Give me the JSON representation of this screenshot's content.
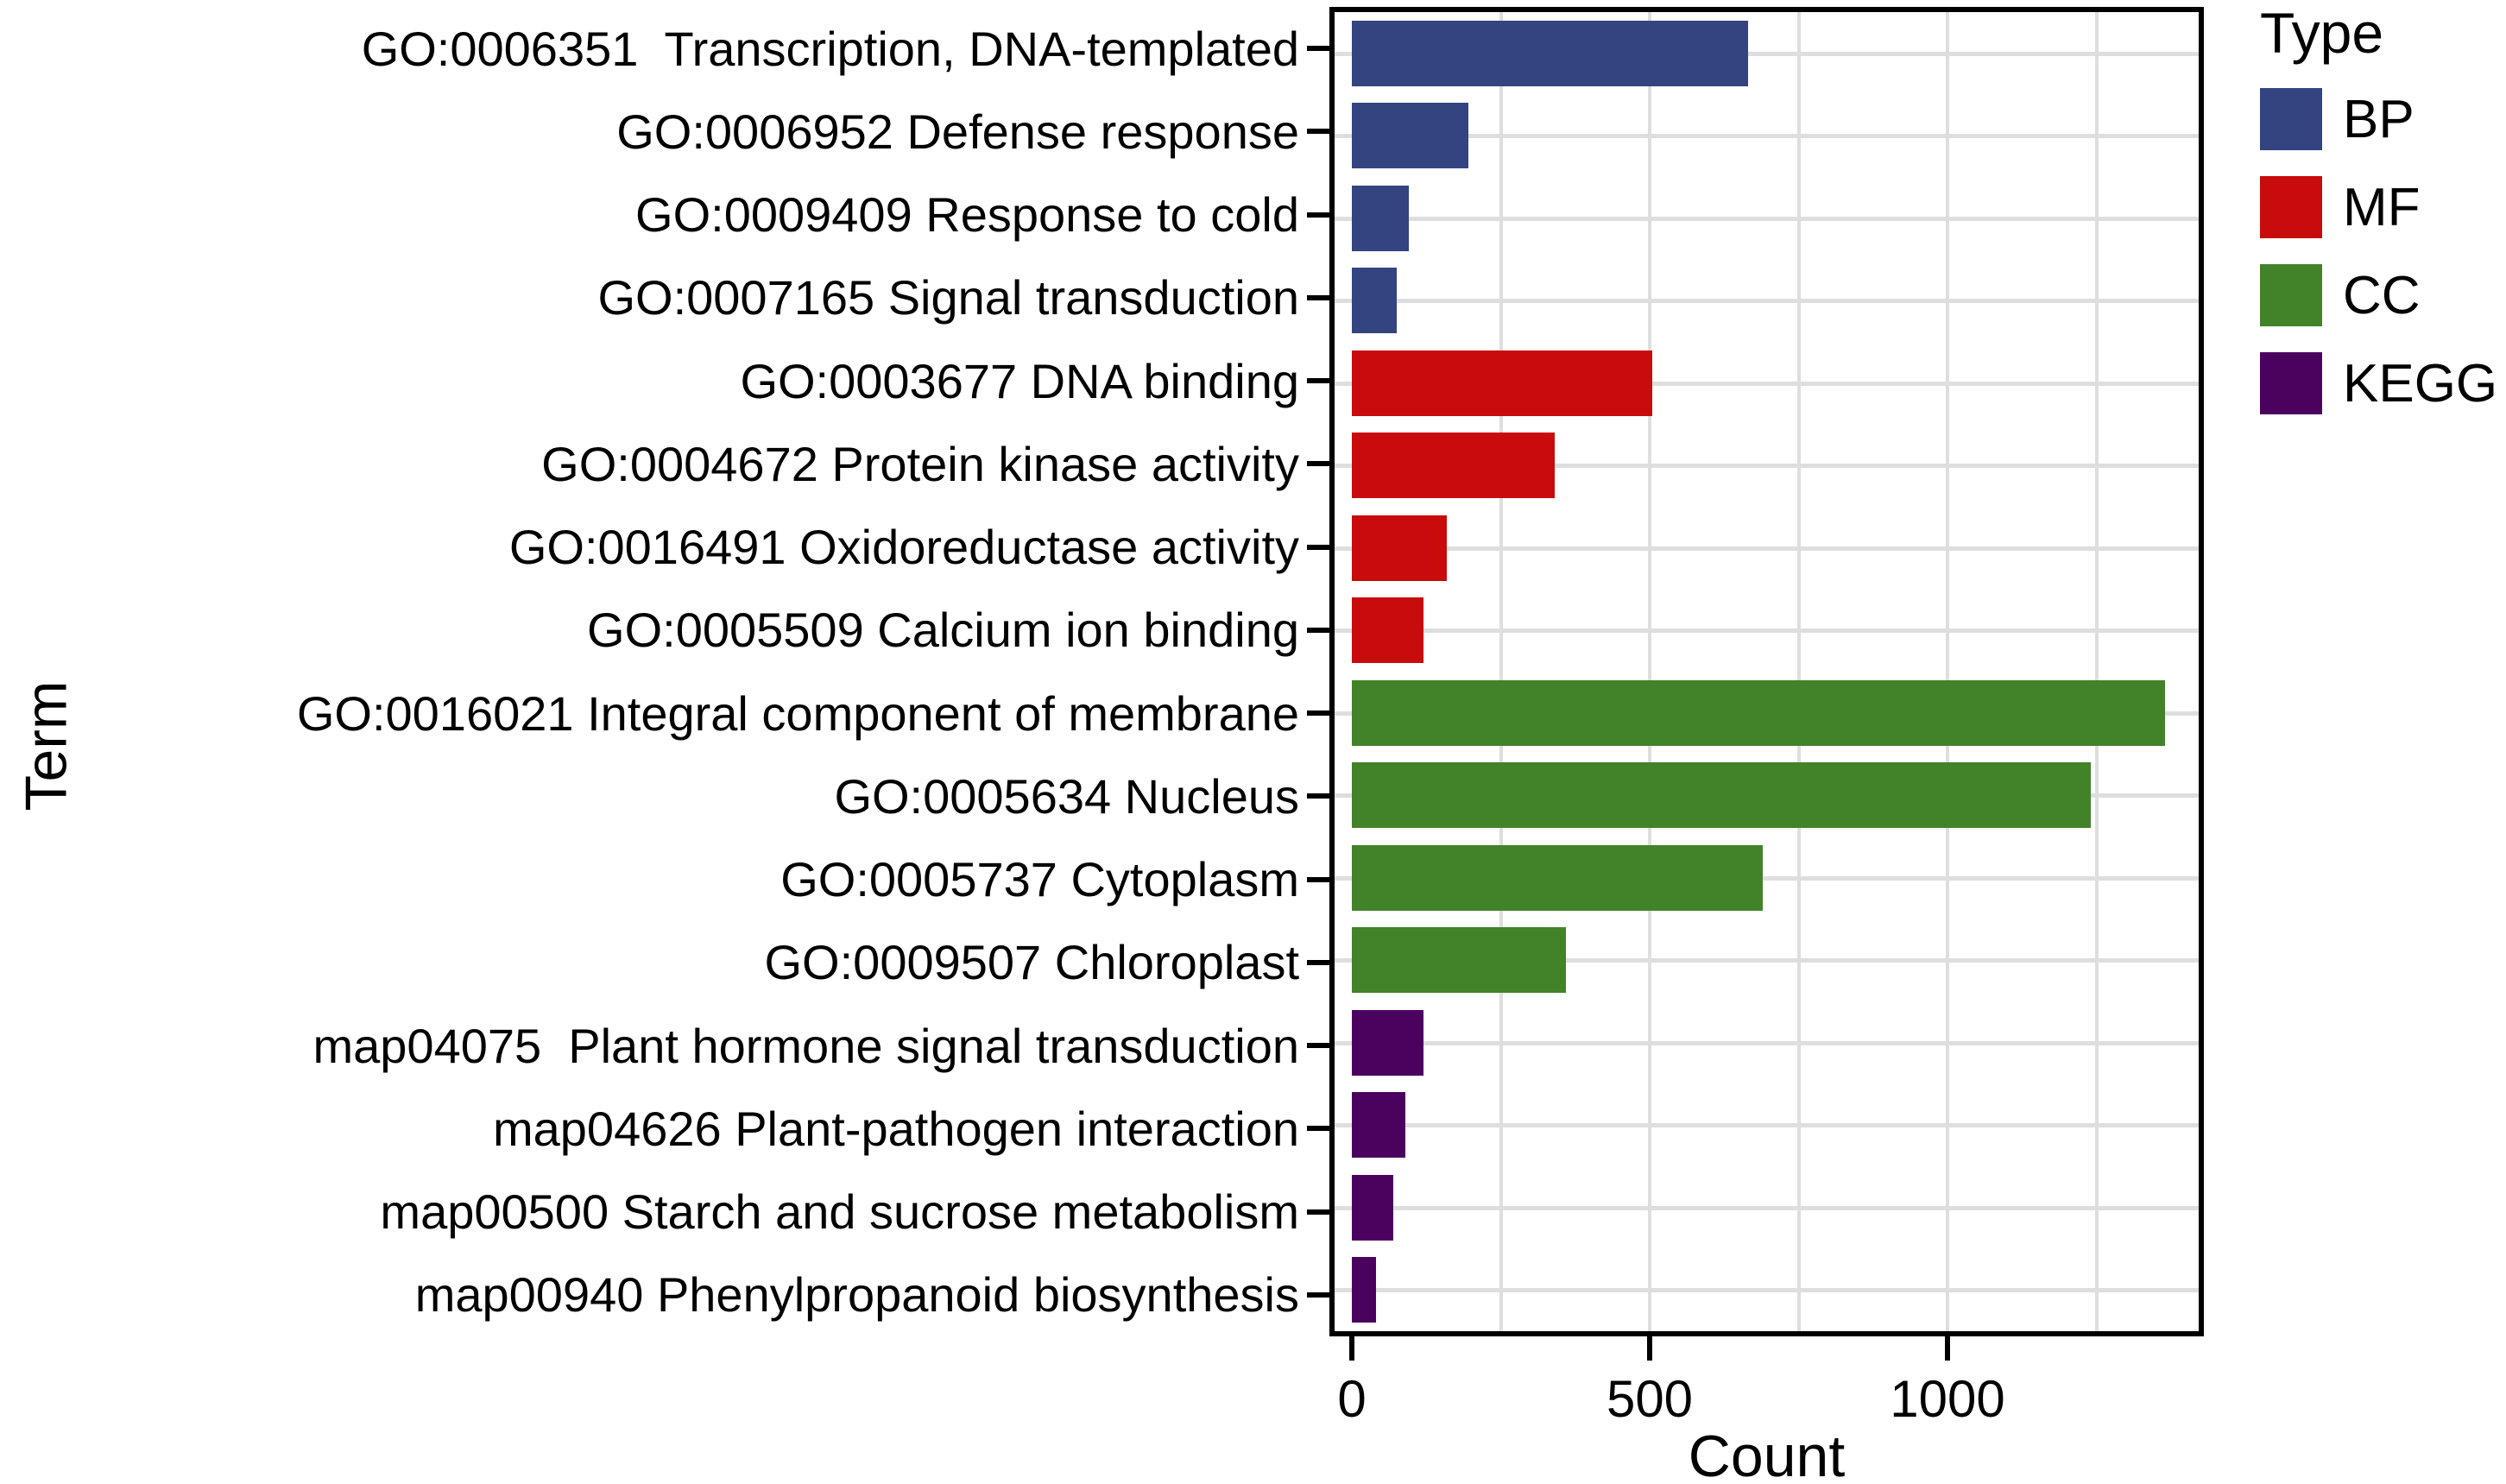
{
  "figure": {
    "background": "#FFFFFF"
  },
  "chart_data": {
    "type": "bar",
    "orientation": "horizontal",
    "title": "",
    "xlabel": "Count",
    "ylabel": "Term",
    "xlim": [
      0,
      1421
    ],
    "x_ticks": [
      0,
      500,
      1000
    ],
    "gridlines_x": [
      250,
      500,
      750,
      1000,
      1250
    ],
    "grid_on": true,
    "grid_color": "#DEDEDE",
    "bar_width_fraction": 0.8,
    "type_colors": {
      "BP": "#334480",
      "MF": "#C80B0B",
      "CC": "#428229",
      "KEGG": "#4B025F"
    },
    "legend": {
      "title": "Type",
      "position": "top-right",
      "entries": [
        {
          "label": "BP",
          "color": "#334480"
        },
        {
          "label": "MF",
          "color": "#C80B0B"
        },
        {
          "label": "CC",
          "color": "#428229"
        },
        {
          "label": "KEGG",
          "color": "#4B025F"
        }
      ]
    },
    "bars": [
      {
        "label": "GO:0006351  Transcription, DNA-templated",
        "type": "BP",
        "value": 665
      },
      {
        "label": "GO:0006952 Defense response",
        "type": "BP",
        "value": 195
      },
      {
        "label": "GO:0009409 Response to cold",
        "type": "BP",
        "value": 95
      },
      {
        "label": "GO:0007165 Signal transduction",
        "type": "BP",
        "value": 75
      },
      {
        "label": "GO:0003677 DNA binding",
        "type": "MF",
        "value": 505
      },
      {
        "label": "GO:0004672 Protein kinase activity",
        "type": "MF",
        "value": 340
      },
      {
        "label": "GO:0016491 Oxidoreductase activity",
        "type": "MF",
        "value": 160
      },
      {
        "label": "GO:0005509 Calcium ion binding",
        "type": "MF",
        "value": 120
      },
      {
        "label": "GO:0016021 Integral component of membrane",
        "type": "CC",
        "value": 1365
      },
      {
        "label": "GO:0005634 Nucleus",
        "type": "CC",
        "value": 1240
      },
      {
        "label": "GO:0005737 Cytoplasm",
        "type": "CC",
        "value": 690
      },
      {
        "label": "GO:0009507 Chloroplast",
        "type": "CC",
        "value": 360
      },
      {
        "label": "map04075  Plant hormone signal transduction",
        "type": "KEGG",
        "value": 120
      },
      {
        "label": "map04626 Plant-pathogen interaction",
        "type": "KEGG",
        "value": 90
      },
      {
        "label": "map00500 Starch and sucrose metabolism",
        "type": "KEGG",
        "value": 70
      },
      {
        "label": "map00940 Phenylpropanoid biosynthesis",
        "type": "KEGG",
        "value": 40
      }
    ]
  }
}
